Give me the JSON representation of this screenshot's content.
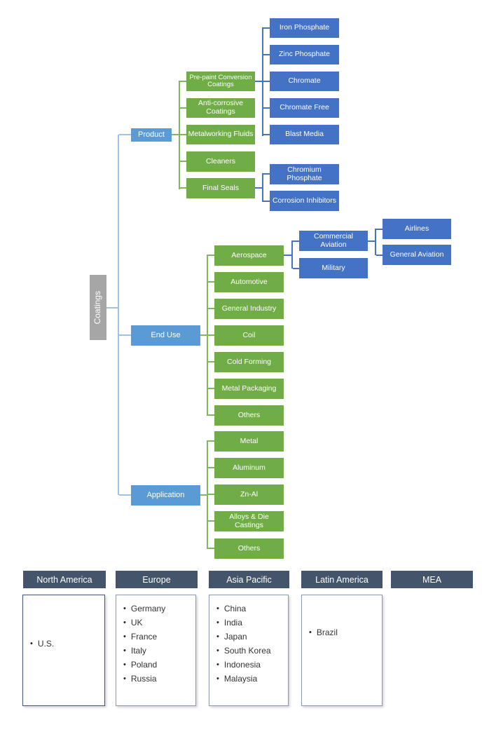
{
  "diagram": {
    "root": {
      "label": "Coatings"
    },
    "product": {
      "label": "Product",
      "children": [
        "Pre-paint Conversion Coatings",
        "Anti-corrosive Coatings",
        "Metalworking Fluids",
        "Cleaners",
        "Final Seals"
      ],
      "prepaint_children": [
        "Iron Phosphate",
        "Zinc Phosphate",
        "Chromate",
        "Chromate Free",
        "Blast Media"
      ],
      "final_seals_children": [
        "Chromium Phosphate",
        "Corrosion Inhibitors"
      ]
    },
    "end_use": {
      "label": "End Use",
      "children": [
        "Aerospace",
        "Automotive",
        "General Industry",
        "Coil",
        "Cold Forming",
        "Metal Packaging",
        "Others"
      ],
      "aerospace_children": [
        "Commercial Aviation",
        "Military"
      ],
      "commercial_aviation_children": [
        "Airlines",
        "General Aviation"
      ]
    },
    "application": {
      "label": "Application",
      "children": [
        "Metal",
        "Aluminum",
        "Zn-Al",
        "Alloys & Die Castings",
        "Others"
      ]
    }
  },
  "regions": [
    {
      "name": "North America",
      "countries": [
        "U.S."
      ]
    },
    {
      "name": "Europe",
      "countries": [
        "Germany",
        "UK",
        "France",
        "Italy",
        "Poland",
        "Russia"
      ]
    },
    {
      "name": "Asia Pacific",
      "countries": [
        "China",
        "India",
        "Japan",
        "South Korea",
        "Indonesia",
        "Malaysia"
      ]
    },
    {
      "name": "Latin America",
      "countries": [
        "Brazil"
      ]
    },
    {
      "name": "MEA",
      "countries": []
    }
  ],
  "colors": {
    "root_box": "#A6A6A6",
    "branch_box": "#5B9BD5",
    "category_box": "#70AD47",
    "leaf_box": "#4472C4",
    "region_header": "#44546A",
    "connector_root": "#9DC3E6",
    "connector_category": "#7FB85C",
    "connector_leaf": "#4472C4"
  }
}
